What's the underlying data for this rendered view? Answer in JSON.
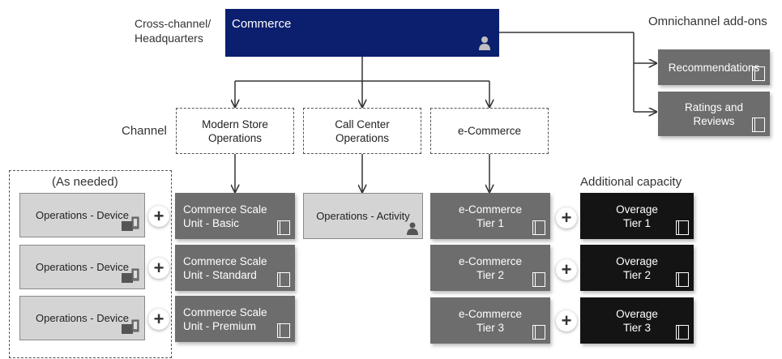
{
  "labels": {
    "cross_channel": "Cross-channel/\nHeadquarters",
    "omnichannel": "Omnichannel add-ons",
    "channel": "Channel",
    "as_needed": "(As needed)",
    "additional_capacity": "Additional capacity"
  },
  "commerce": {
    "title": "Commerce",
    "icon": "person-icon"
  },
  "addons": [
    {
      "label": "Recommendations",
      "icon": "book-icon"
    },
    {
      "label": "Ratings and\nReviews",
      "icon": "book-icon"
    }
  ],
  "channels": [
    {
      "label": "Modern Store\nOperations"
    },
    {
      "label": "Call Center\nOperations"
    },
    {
      "label": "e-Commerce"
    }
  ],
  "devices": [
    {
      "label": "Operations - Device",
      "icon": "device-icon"
    },
    {
      "label": "Operations - Device",
      "icon": "device-icon"
    },
    {
      "label": "Operations - Device",
      "icon": "device-icon"
    }
  ],
  "scale_units": [
    {
      "label": "Commerce Scale\nUnit - Basic",
      "icon": "book-icon"
    },
    {
      "label": "Commerce Scale\nUnit - Standard",
      "icon": "book-icon"
    },
    {
      "label": "Commerce Scale\nUnit - Premium",
      "icon": "book-icon"
    }
  ],
  "operations_activity": {
    "label": "Operations - Activity",
    "icon": "person-icon"
  },
  "ecommerce_tiers": [
    {
      "label": "e-Commerce\nTier 1",
      "icon": "book-icon"
    },
    {
      "label": "e-Commerce\nTier 2",
      "icon": "book-icon"
    },
    {
      "label": "e-Commerce\nTier 3",
      "icon": "book-icon"
    }
  ],
  "overage_tiers": [
    {
      "label": "Overage\nTier 1",
      "icon": "book-icon"
    },
    {
      "label": "Overage\nTier 2",
      "icon": "book-icon"
    },
    {
      "label": "Overage\nTier 3",
      "icon": "book-icon"
    }
  ],
  "plus_symbol": "+",
  "colors": {
    "commerce": "#0b1f6e",
    "mid": "#6d6d6d",
    "light": "#d4d4d4",
    "black": "#141414"
  }
}
